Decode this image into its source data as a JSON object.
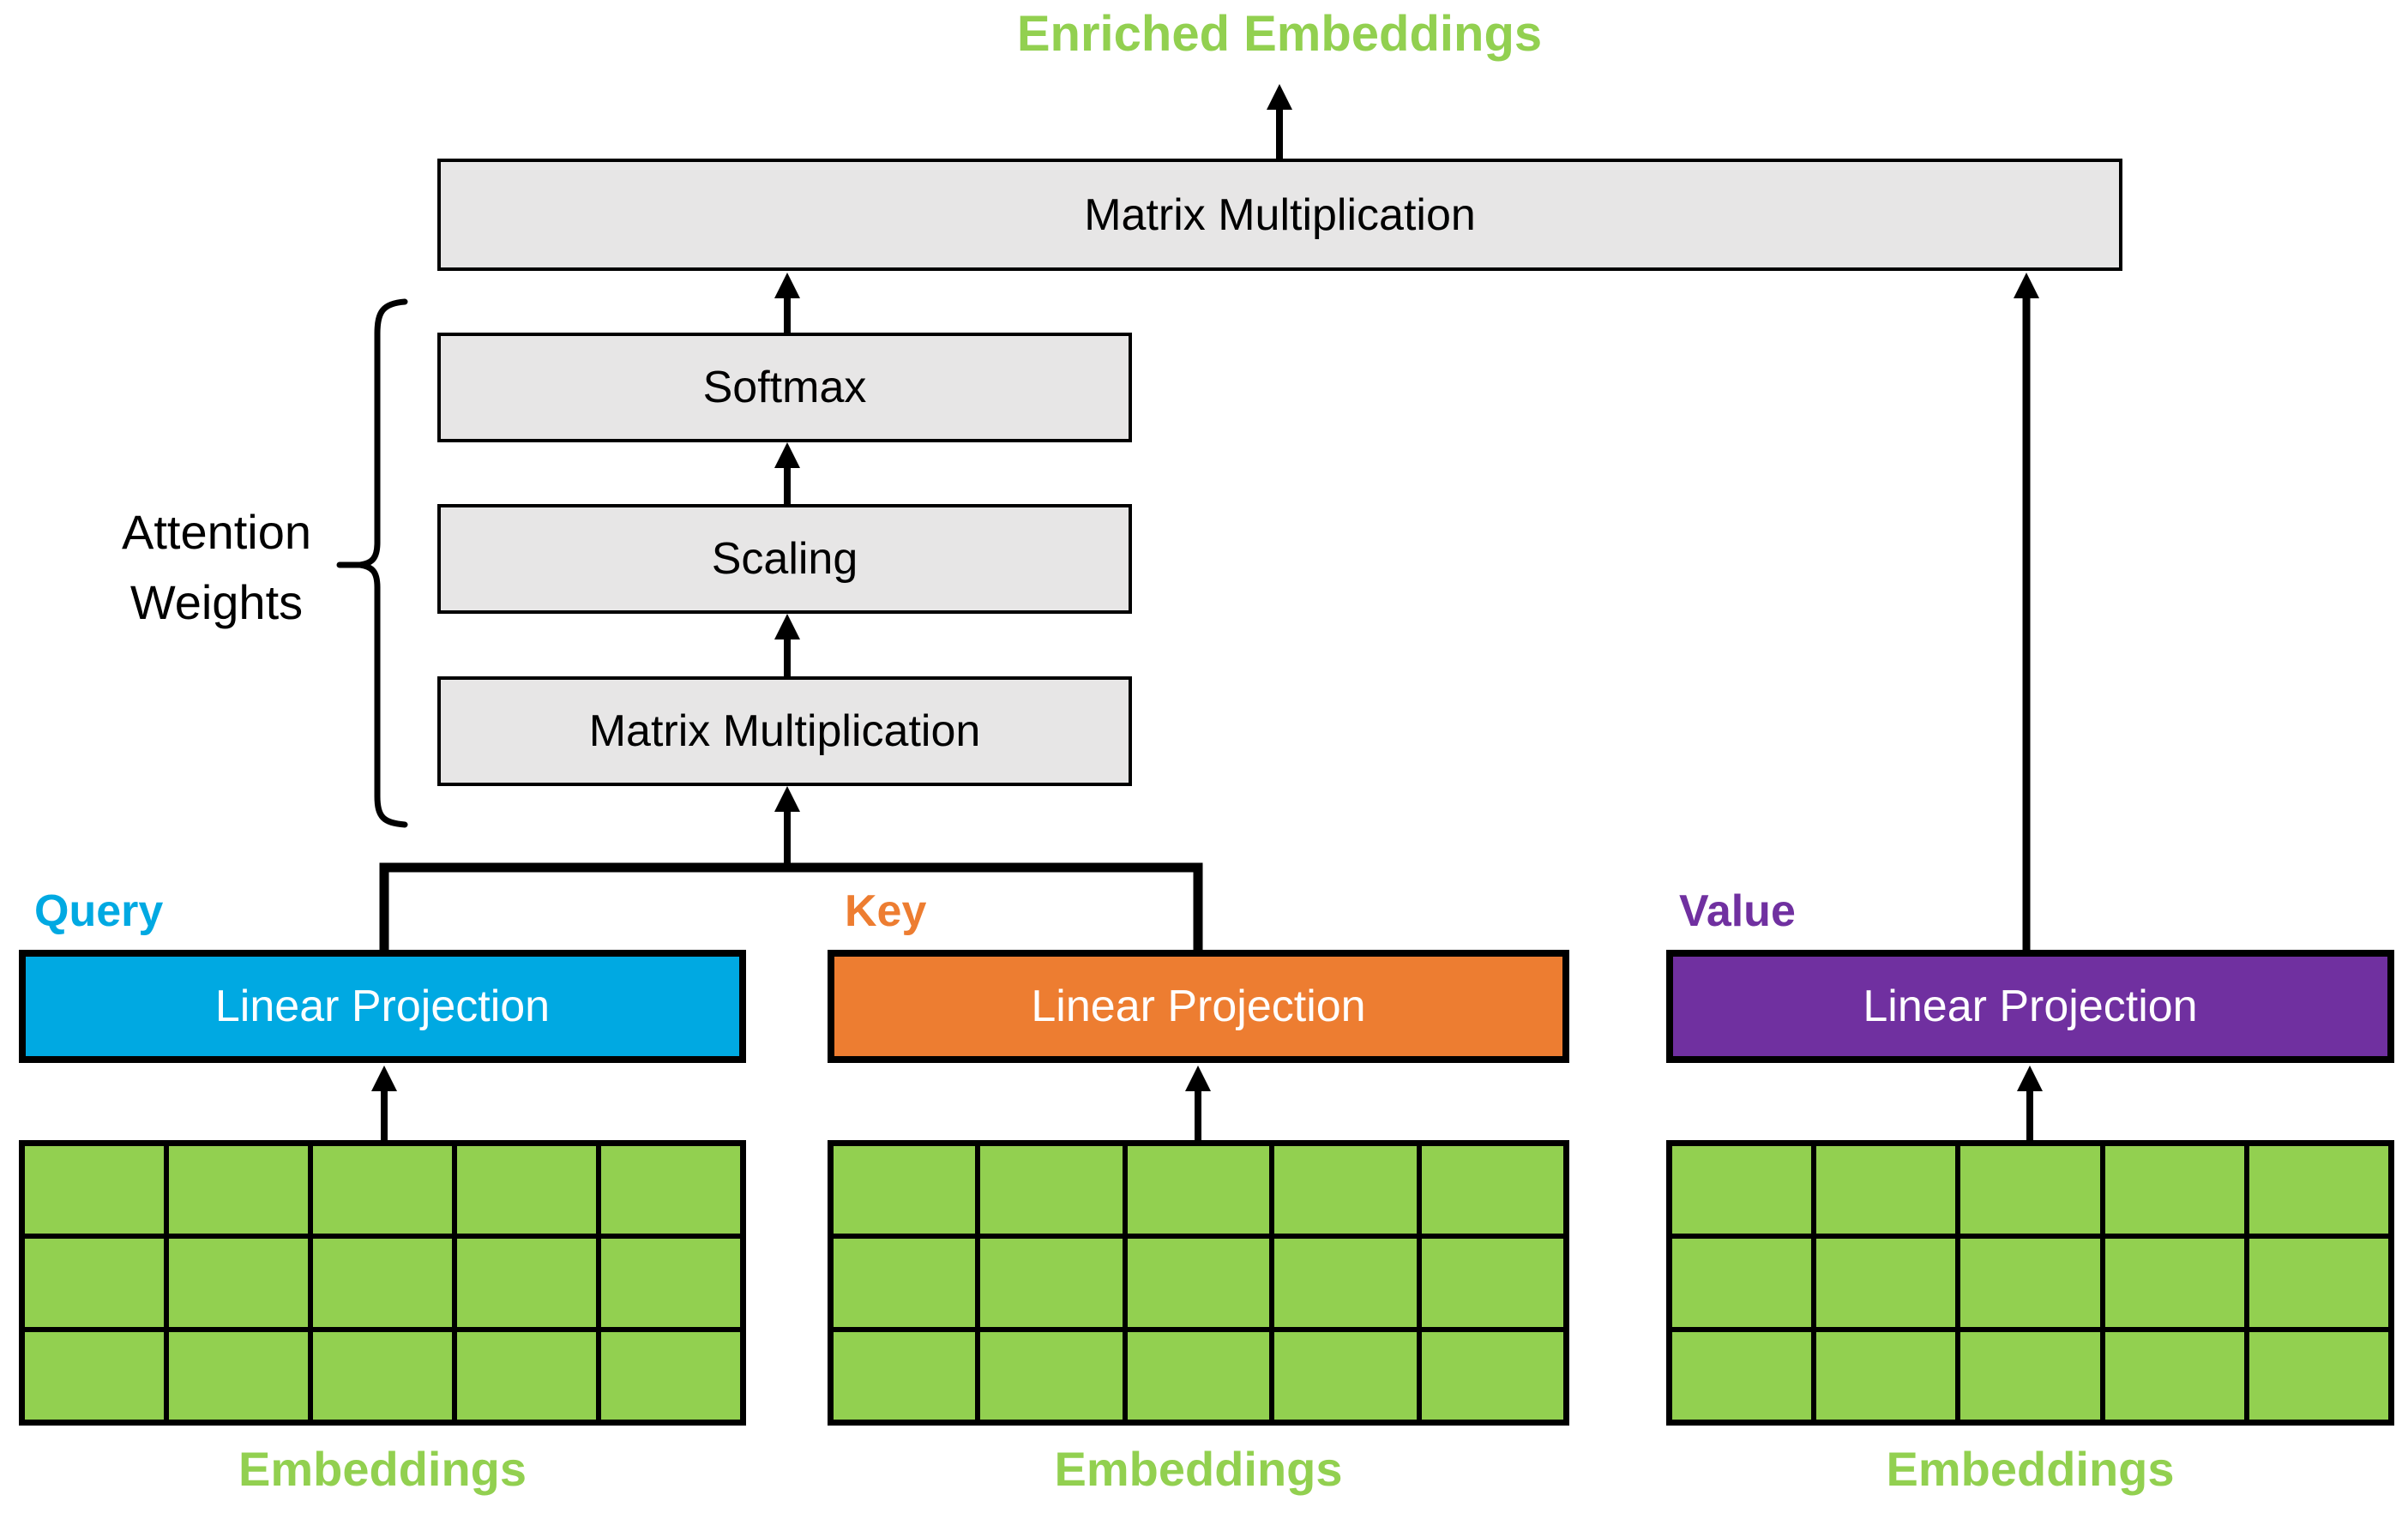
{
  "diagram": {
    "title": "Enriched Embeddings",
    "output_box_label": "Matrix Multiplication",
    "attention_group": {
      "label": "Attention Weights",
      "boxes": [
        {
          "label": "Softmax"
        },
        {
          "label": "Scaling"
        },
        {
          "label": "Matrix Multiplication"
        }
      ]
    },
    "branches": [
      {
        "name": "Query",
        "box_label": "Linear Projection",
        "color": "#00A9E2",
        "grid": {
          "rows": 3,
          "cols": 5
        },
        "grid_label": "Embeddings"
      },
      {
        "name": "Key",
        "box_label": "Linear Projection",
        "color": "#ED7D31",
        "grid": {
          "rows": 3,
          "cols": 5
        },
        "grid_label": "Embeddings"
      },
      {
        "name": "Value",
        "box_label": "Linear Projection",
        "color": "#7030A0",
        "grid": {
          "rows": 3,
          "cols": 5
        },
        "grid_label": "Embeddings"
      }
    ],
    "colors": {
      "embedding_green": "#92D050",
      "box_gray": "#E7E6E6",
      "line_black": "#000000",
      "box_text_white": "#FFFFFF"
    }
  }
}
